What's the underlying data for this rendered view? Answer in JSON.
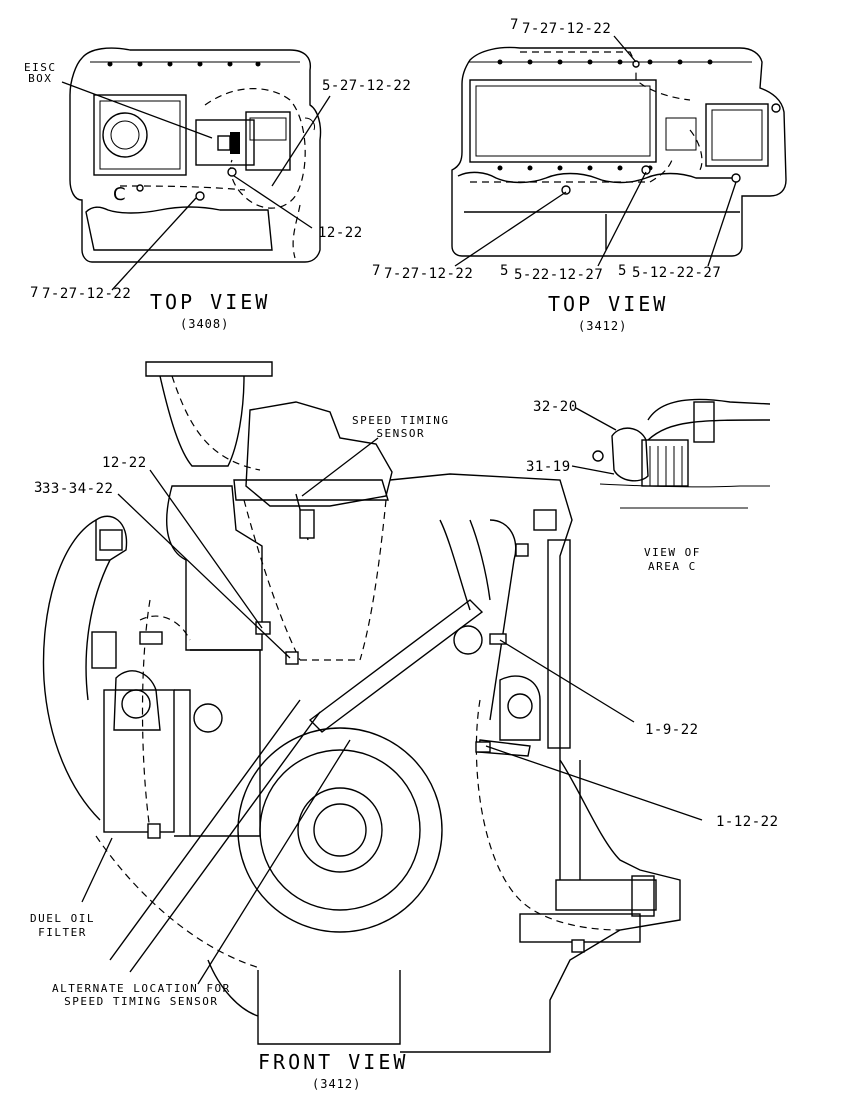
{
  "top_left": {
    "eisc_box": "EISC\nBOX",
    "c1": "5-27-12-22",
    "c2": "12-22",
    "c3_prefix": "7",
    "c3": "7-27-12-22",
    "area_letter": "C",
    "title": "TOP VIEW",
    "model": "(3408)"
  },
  "top_right": {
    "c1_prefix": "7",
    "c1": "7-27-12-22",
    "c2_prefix": "7",
    "c2": "7-27-12-22",
    "c3_prefix": "5",
    "c3": "5-22-12-27",
    "c4_prefix": "5",
    "c4": "5-12-22-27",
    "title": "TOP VIEW",
    "model": "(3412)"
  },
  "area_c": {
    "c1": "32-20",
    "c2": "31-19",
    "title": "VIEW OF\nAREA C"
  },
  "front": {
    "speed_timing": "SPEED TIMING\nSENSOR",
    "c_12_22": "12-22",
    "c_33_prefix": "3",
    "c_33": "33-34-22",
    "c_1_9_22": "1-9-22",
    "c_1_12_22": "1-12-22",
    "duel_oil": "DUEL OIL\nFILTER",
    "alternate": "ALTERNATE LOCATION FOR\nSPEED TIMING SENSOR",
    "title": "FRONT VIEW",
    "model": "(3412)"
  }
}
